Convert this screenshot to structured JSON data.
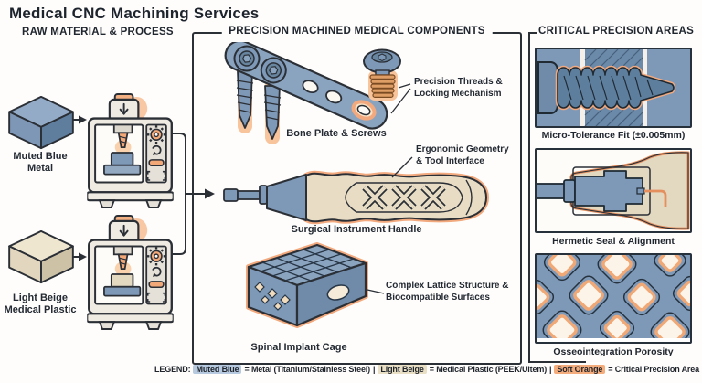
{
  "title": "Medical CNC Machining Services",
  "colors": {
    "muted_blue": "#7E99B8",
    "light_beige": "#E3D8C0",
    "soft_orange": "#F3A878",
    "outline_dark": "#2b2f36",
    "background": "#FEFDFB"
  },
  "raw_material": {
    "heading": "RAW MATERIAL & PROCESS",
    "materials": [
      {
        "line1": "Muted Blue",
        "line2": "Metal"
      },
      {
        "line1": "Light Beige",
        "line2": "Medical Plastic"
      }
    ]
  },
  "components": {
    "heading": "PRECISION MACHINED MEDICAL COMPONENTS",
    "items": [
      {
        "label": "Bone Plate & Screws",
        "callout_line1": "Precision Threads &",
        "callout_line2": "Locking Mechanism"
      },
      {
        "label": "Surgical Instrument Handle",
        "callout_line1": "Ergonomic Geometry",
        "callout_line2": "& Tool Interface"
      },
      {
        "label": "Spinal Implant Cage",
        "callout_line1": "Complex Lattice Structure &",
        "callout_line2": "Biocompatible Surfaces"
      }
    ]
  },
  "precision_areas": {
    "heading": "CRITICAL PRECISION AREAS",
    "panels": [
      {
        "caption": "Micro-Tolerance Fit (±0.005mm)"
      },
      {
        "caption": "Hermetic Seal & Alignment"
      },
      {
        "caption": "Osseointegration Porosity"
      }
    ]
  },
  "legend": {
    "label": "LEGEND:",
    "separator": "|",
    "items": [
      {
        "term": "Muted Blue",
        "definition": "= Metal (Titanium/Stainless Steel)"
      },
      {
        "term": "Light Beige",
        "definition": "= Medical Plastic (PEEK/Ultem)"
      },
      {
        "term": "Soft Orange",
        "definition": "= Critical Precision Area"
      }
    ]
  }
}
